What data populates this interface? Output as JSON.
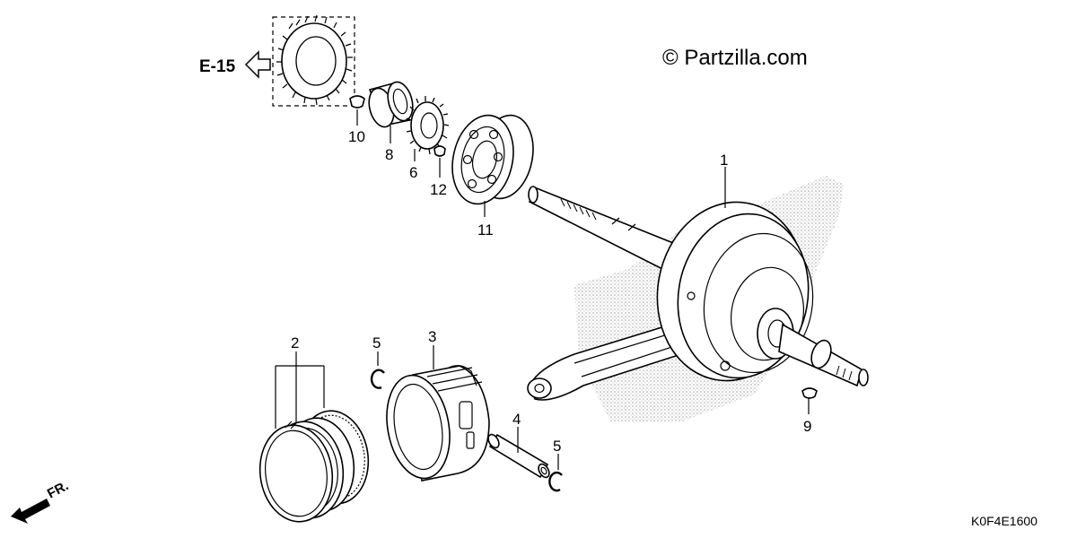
{
  "reference": {
    "label": "E-15"
  },
  "watermark": {
    "text": "© Partzilla.com"
  },
  "diagram_code": "K0F4E1600",
  "direction_marker": {
    "label": "FR."
  },
  "callouts": {
    "c1": "1",
    "c2": "2",
    "c3": "3",
    "c4": "4",
    "c5a": "5",
    "c5b": "5",
    "c6": "6",
    "c8": "8",
    "c9": "9",
    "c10": "10",
    "c11": "11",
    "c12": "12"
  },
  "parts": [
    {
      "number": "1",
      "name": "crankshaft-assembly"
    },
    {
      "number": "2",
      "name": "piston-ring-set"
    },
    {
      "number": "3",
      "name": "piston"
    },
    {
      "number": "4",
      "name": "piston-pin"
    },
    {
      "number": "5",
      "name": "piston-pin-clip"
    },
    {
      "number": "6",
      "name": "timing-sprocket"
    },
    {
      "number": "8",
      "name": "collar"
    },
    {
      "number": "9",
      "name": "woodruff-key"
    },
    {
      "number": "10",
      "name": "woodruff-key"
    },
    {
      "number": "11",
      "name": "radial-ball-bearing"
    },
    {
      "number": "12",
      "name": "woodruff-key"
    }
  ],
  "colors": {
    "ink": "#000000",
    "stipple": "#9a9a9a",
    "background": "#ffffff"
  }
}
